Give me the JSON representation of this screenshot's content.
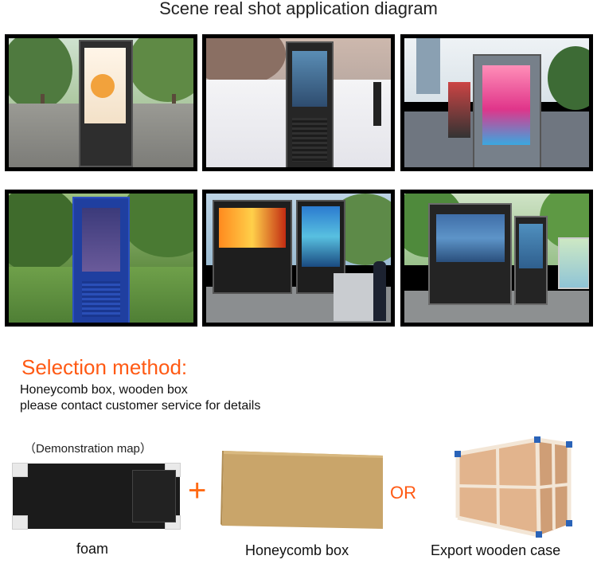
{
  "header": {
    "title": "Scene real shot application diagram"
  },
  "photos": [
    {
      "id": "street-kiosk-park"
    },
    {
      "id": "snow-kiosk"
    },
    {
      "id": "bus-shelter-kiosk"
    },
    {
      "id": "blue-kiosk-lawn"
    },
    {
      "id": "double-screen-plaza"
    },
    {
      "id": "double-screen-park"
    }
  ],
  "selection": {
    "title": "Selection method:",
    "line1": "Honeycomb box, wooden box",
    "line2": "please contact customer service for details"
  },
  "packaging": {
    "demo_caption": "（Demonstration map）",
    "plus": "+",
    "or": "OR",
    "foam_label": "foam",
    "honeycomb_label": "Honeycomb box",
    "wooden_label": "Export wooden case"
  },
  "colors": {
    "accent": "#ff5a14",
    "cardboard": "#c9a56a",
    "wood": "#dcae86"
  }
}
